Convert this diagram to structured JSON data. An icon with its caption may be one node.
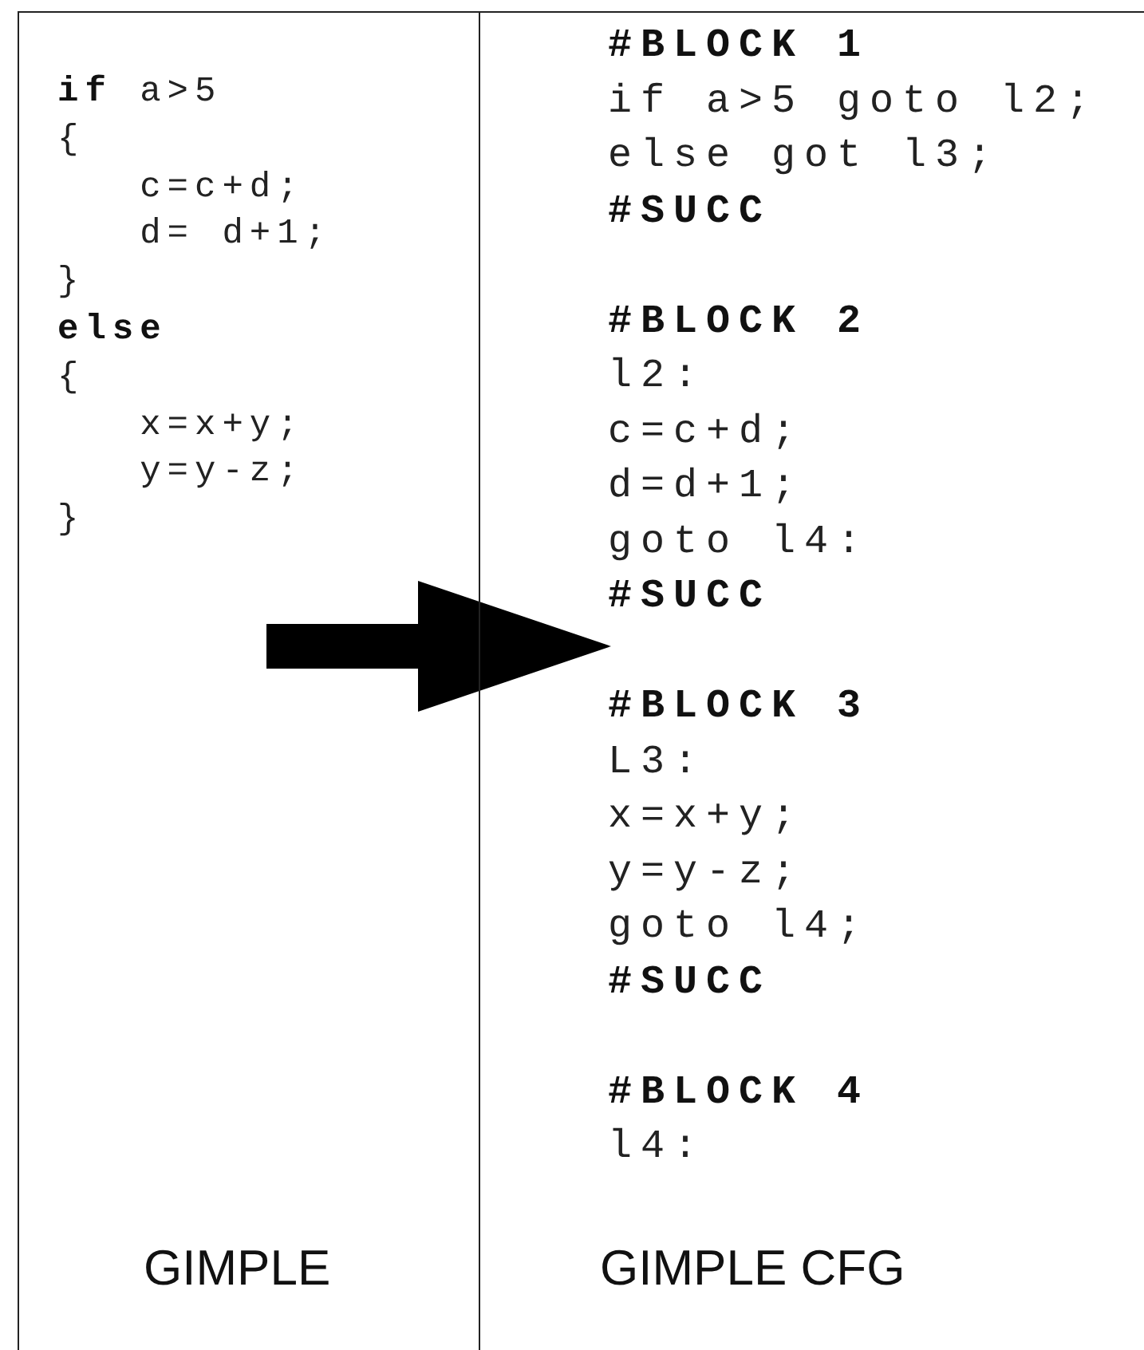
{
  "diagram": {
    "nodes": [
      {
        "text": [
          "**if** a>5",
          "{",
          "   c=c+d;",
          "   d= d+1;",
          "}",
          "**else**",
          "{",
          "   x=x+y;",
          "   y=y-z;",
          "}",
          "GIMPLE"
        ]
      },
      {
        "text": [
          "GIMPLE CFG"
        ]
      },
      {
        "text": [
          "**#BLOCK 1**",
          "if a>5 goto l2;",
          "else got l3;",
          "**#SUCC**"
        ],
        "in": 1
      },
      {
        "text": [
          "**#BLOCK 2**",
          "l2:",
          "c=c+d;",
          "d=d+1;",
          "goto l4:",
          "**#SUCC**"
        ],
        "in": 1
      },
      {
        "text": [
          "**#BLOCK 3**",
          "L3:",
          "x=x+y;",
          "y=y-z;",
          "goto l4;",
          "**#SUCC**"
        ],
        "in": 1
      },
      {
        "text": [
          "**#BLOCK 4**",
          "l4:"
        ],
        "in": 1
      }
    ],
    "edges": [
      {
        "from": 0,
        "to": 1,
        "arrow": "to"
      }
    ]
  }
}
